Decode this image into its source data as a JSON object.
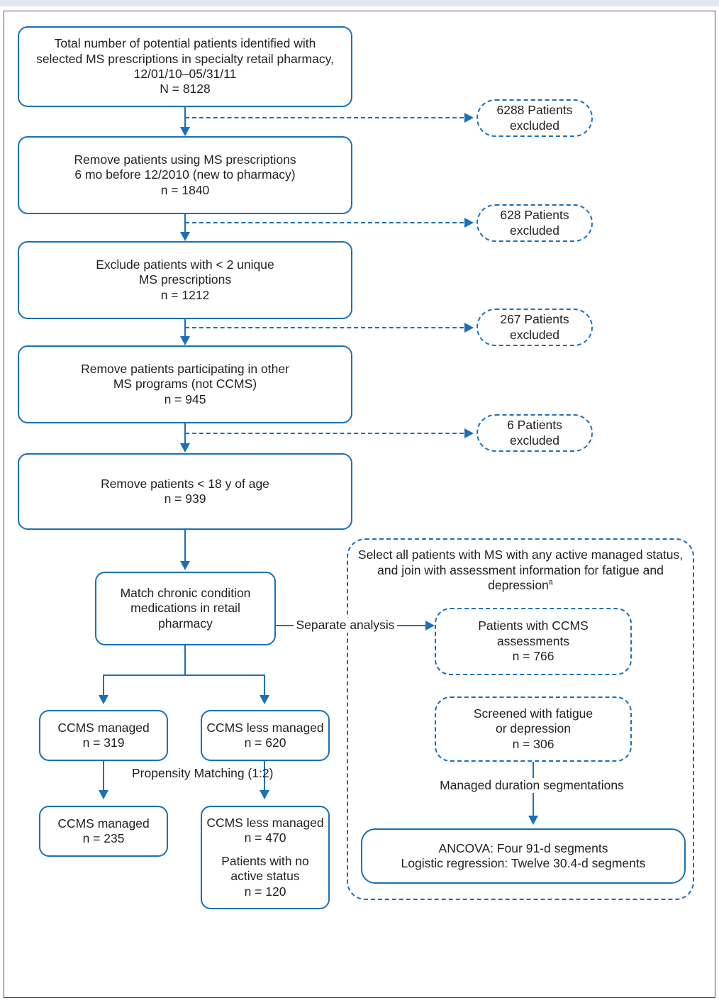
{
  "figure": {
    "type": "flowchart",
    "accent_color": "#1a70b8",
    "text_color": "#231f20",
    "frame_color": "#4a4a4a"
  },
  "main_flow": [
    {
      "id": "total-identified",
      "lines": [
        "Total number of potential patients identified with",
        "selected MS prescriptions in specialty retail pharmacy,",
        "12/01/10–05/31/11",
        "N = 8128"
      ]
    },
    {
      "id": "remove-prior-users",
      "lines": [
        "Remove patients using MS prescriptions",
        "6 mo before 12/2010 (new to pharmacy)",
        "n = 1840"
      ]
    },
    {
      "id": "exclude-less-than-2-unique",
      "lines": [
        "Exclude patients with < 2 unique",
        "MS prescriptions",
        "n = 1212"
      ]
    },
    {
      "id": "remove-other-programs",
      "lines": [
        "Remove patients participating in other",
        "MS programs (not CCMS)",
        "n = 945"
      ]
    },
    {
      "id": "remove-under-18",
      "lines": [
        "Remove patients < 18 y of age",
        "n = 939"
      ]
    }
  ],
  "exclusions": [
    {
      "id": "excluded-1",
      "count_line": "6288 Patients",
      "label_line": "excluded"
    },
    {
      "id": "excluded-2",
      "count_line": "628 Patients",
      "label_line": "excluded"
    },
    {
      "id": "excluded-3",
      "count_line": "267 Patients",
      "label_line": "excluded"
    },
    {
      "id": "excluded-4",
      "count_line": "6 Patients",
      "label_line": "excluded"
    }
  ],
  "match_node": {
    "id": "match-chronic-medications",
    "lines": [
      "Match chronic condition",
      "medications in retail",
      "pharmacy"
    ]
  },
  "branches": {
    "managed_pre": {
      "line1": "CCMS managed",
      "line2": "n = 319"
    },
    "less_managed_pre": {
      "line1": "CCMS less managed",
      "line2": "n = 620"
    },
    "managed_post": {
      "line1": "CCMS managed",
      "line2": "n = 235"
    },
    "less_managed_post": {
      "line1": "CCMS less managed",
      "line2": "n = 470",
      "line3": "Patients with no",
      "line4": "active status",
      "line5": "n = 120"
    }
  },
  "edge_labels": {
    "propensity": {
      "line1": "Propensity",
      "line2": "Matching (1:2)"
    },
    "separate_analysis": "Separate analysis",
    "managed_duration": "Managed duration segmentations"
  },
  "analysis_panel": {
    "heading_lines": [
      "Select all patients with MS with any active managed",
      "status, and join with assessment information for fatigue",
      "and depression"
    ],
    "heading_footnote": "a",
    "ccms_assessments": {
      "line1": "Patients with CCMS",
      "line2": "assessments",
      "line3": "n = 766"
    },
    "screened": {
      "line1": "Screened with fatigue",
      "line2": "or depression",
      "line3": "n = 306"
    },
    "models": {
      "line1": "ANCOVA: Four 91-d segments",
      "line2": "Logistic regression: Twelve 30.4-d segments"
    }
  }
}
